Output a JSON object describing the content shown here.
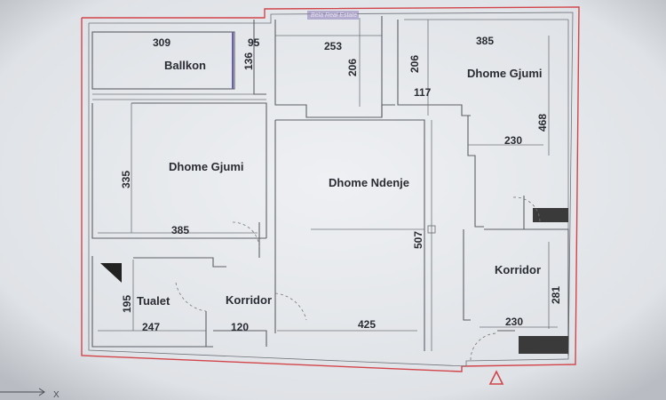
{
  "watermark": "Bela Real Estate",
  "rooms": {
    "ballkon": "Ballkon",
    "bedroom_left": "Dhome Gjumi",
    "bedroom_right": "Dhome Gjumi",
    "living": "Dhome Ndenje",
    "corridor_left": "Korridor",
    "corridor_right": "Korridor",
    "toilet": "Tualet"
  },
  "dimensions": {
    "ballkon_width": "309",
    "small_gap": "95",
    "small_height": "136",
    "top_middle_width": "253",
    "top_middle_height": "206",
    "top_right_height": "206",
    "bedroom_right_width": "385",
    "closet_width": "117",
    "bedroom_right_height": "468",
    "bedroom_right_inner_width": "230",
    "bedroom_left_height": "335",
    "bedroom_left_width": "385",
    "living_height": "507",
    "toilet_height": "195",
    "toilet_width": "247",
    "corridor_left_width": "120",
    "living_bottom_width": "425",
    "corridor_right_height": "281",
    "corridor_right_width": "230"
  },
  "axis_label": "X"
}
